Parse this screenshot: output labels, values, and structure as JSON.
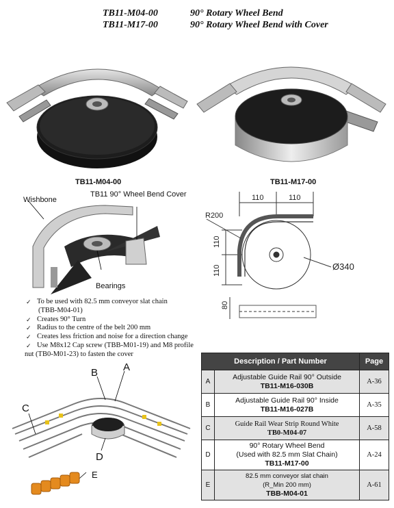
{
  "header": {
    "line1": {
      "code": "TB11-M04-00",
      "title": "90° Rotary Wheel Bend"
    },
    "line2": {
      "code": "TB11-M17-00",
      "title": "90° Rotary Wheel Bend with Cover"
    }
  },
  "figures": {
    "left_caption": "TB11-M04-00",
    "right_caption": "TB11-M17-00",
    "labels": {
      "wishbone": "Wishbone",
      "cover": "TB11 90° Wheel Bend Cover",
      "bearings": "Bearings"
    },
    "dims": {
      "r200": "R200",
      "d110a": "110",
      "d110b": "110",
      "d110c": "110",
      "d110d": "110",
      "dia": "Ø340",
      "d80": "80"
    }
  },
  "notes": [
    {
      "text": "To be used with 82.5 mm conveyor slat chain",
      "sub": "(TBB-M04-01)"
    },
    {
      "text": "Creates 90° Turn",
      "sub": ""
    },
    {
      "text": "Radius to the centre of the belt 200 mm",
      "sub": ""
    },
    {
      "text": "Creates less friction and noise  for a direction change",
      "sub": ""
    },
    {
      "text": "Use M8x12 Cap screw (TBB-M01-19) and M8 profile",
      "sub": "nut (TB0-M01-23) to fasten the cover"
    }
  ],
  "assembly_letters": {
    "a": "A",
    "b": "B",
    "c": "C",
    "d": "D",
    "e": "E"
  },
  "table": {
    "headers": {
      "desc": "Description / Part Number",
      "page": "Page"
    },
    "rows": [
      {
        "key": "A",
        "line1": "Adjustable Guide Rail 90° Outside",
        "line2": "",
        "part": "TB11-M16-030B",
        "page": "A-36"
      },
      {
        "key": "B",
        "line1": "Adjustable Guide Rail 90° Inside",
        "line2": "",
        "part": "TB11-M16-027B",
        "page": "A-35"
      },
      {
        "key": "C",
        "line1": "Guide Rail Wear Strip Round White",
        "line2": "",
        "part": "TB0-M04-07",
        "page": "A-58"
      },
      {
        "key": "D",
        "line1": "90° Rotary Wheel Bend",
        "line2": "(Used with 82.5 mm Slat Chain)",
        "part": "TB11-M17-00",
        "page": "A-24"
      },
      {
        "key": "E",
        "line1": "82.5 mm conveyor slat chain",
        "line2": "(R_Min 200 mm)",
        "part": "TBB-M04-01",
        "page": "A-61"
      }
    ]
  }
}
